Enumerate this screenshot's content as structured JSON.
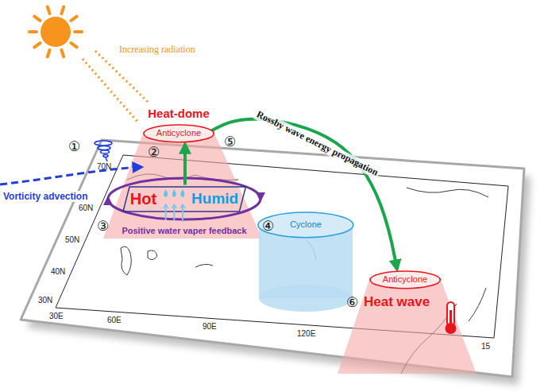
{
  "diagram": {
    "nodes": [
      {
        "text": [
          "Heat-dome",
          "Anticyclone"
        ]
      },
      {
        "text": [
          "Hot",
          "Humid",
          "Positive water vaper feedback"
        ]
      },
      {
        "text": [
          "Cyclone"
        ]
      },
      {
        "text": [
          "Anticyclone"
        ]
      }
    ],
    "edges": [
      {
        "from": 1,
        "to": 0,
        "arrow": "to"
      },
      {
        "from": 0,
        "to": 3,
        "arrow": "to",
        "label": "Rossby wave energy propagation"
      }
    ],
    "labels": [
      "Increasing radiation",
      "①",
      "Vorticity advection",
      "②",
      "③",
      "④",
      "⑤",
      "⑥",
      "Heat wave",
      "70N",
      "60N",
      "50N",
      "40N",
      "30N",
      "30E",
      "60E",
      "90E",
      "120E",
      "15"
    ]
  }
}
